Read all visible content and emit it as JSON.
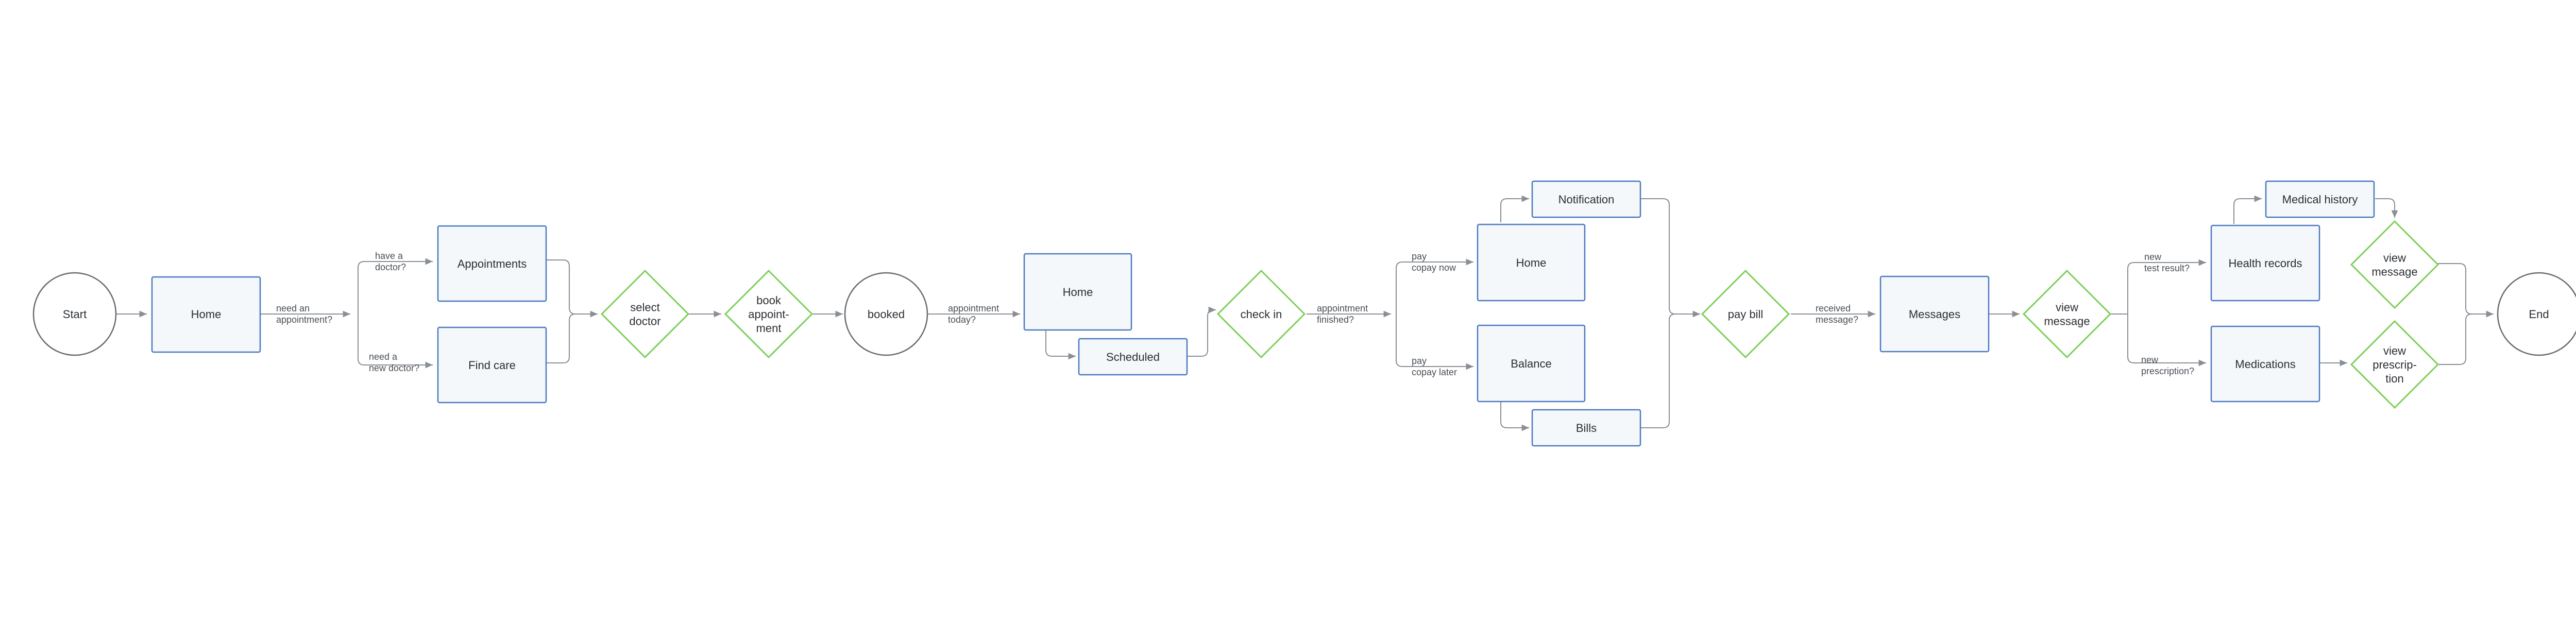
{
  "nodes": {
    "start": [
      "Start"
    ],
    "home1": [
      "Home"
    ],
    "appointments": [
      "Appointments"
    ],
    "findcare": [
      "Find care"
    ],
    "select_doctor": [
      "select",
      "doctor"
    ],
    "book_appointment": [
      "book",
      "appoint-",
      "ment"
    ],
    "booked": [
      "booked"
    ],
    "home2": [
      "Home"
    ],
    "scheduled": [
      "Scheduled"
    ],
    "check_in": [
      "check in"
    ],
    "home3": [
      "Home"
    ],
    "notification": [
      "Notification"
    ],
    "balance": [
      "Balance"
    ],
    "bills": [
      "Bills"
    ],
    "pay_bill": [
      "pay bill"
    ],
    "messages": [
      "Messages"
    ],
    "view_message1": [
      "view",
      "message"
    ],
    "health_records": [
      "Health records"
    ],
    "medical_history": [
      "Medical history"
    ],
    "medications": [
      "Medications"
    ],
    "view_message2": [
      "view",
      "message"
    ],
    "view_prescription": [
      "view",
      "prescrip-",
      "tion"
    ],
    "end": [
      "End"
    ]
  },
  "edge_labels": {
    "need_appointment": [
      "need an",
      "appointment?"
    ],
    "have_doctor": [
      "have a",
      "doctor?"
    ],
    "new_doctor": [
      "need a",
      "new doctor?"
    ],
    "appointment_today": [
      "appointment",
      "today?"
    ],
    "appointment_finished": [
      "appointment",
      "finished?"
    ],
    "pay_now": [
      "pay",
      "copay now"
    ],
    "pay_later": [
      "pay",
      "copay later"
    ],
    "received_message": [
      "received",
      "message?"
    ],
    "new_test_result": [
      "new",
      "test result?"
    ],
    "new_prescription": [
      "new",
      "prescription?"
    ]
  },
  "colors": {
    "box_stroke": "#4a78c2",
    "box_fill": "#f5f8fa",
    "decision_stroke": "#7dcf5a",
    "terminal_stroke": "#666a70",
    "edge": "#8a8f96"
  }
}
